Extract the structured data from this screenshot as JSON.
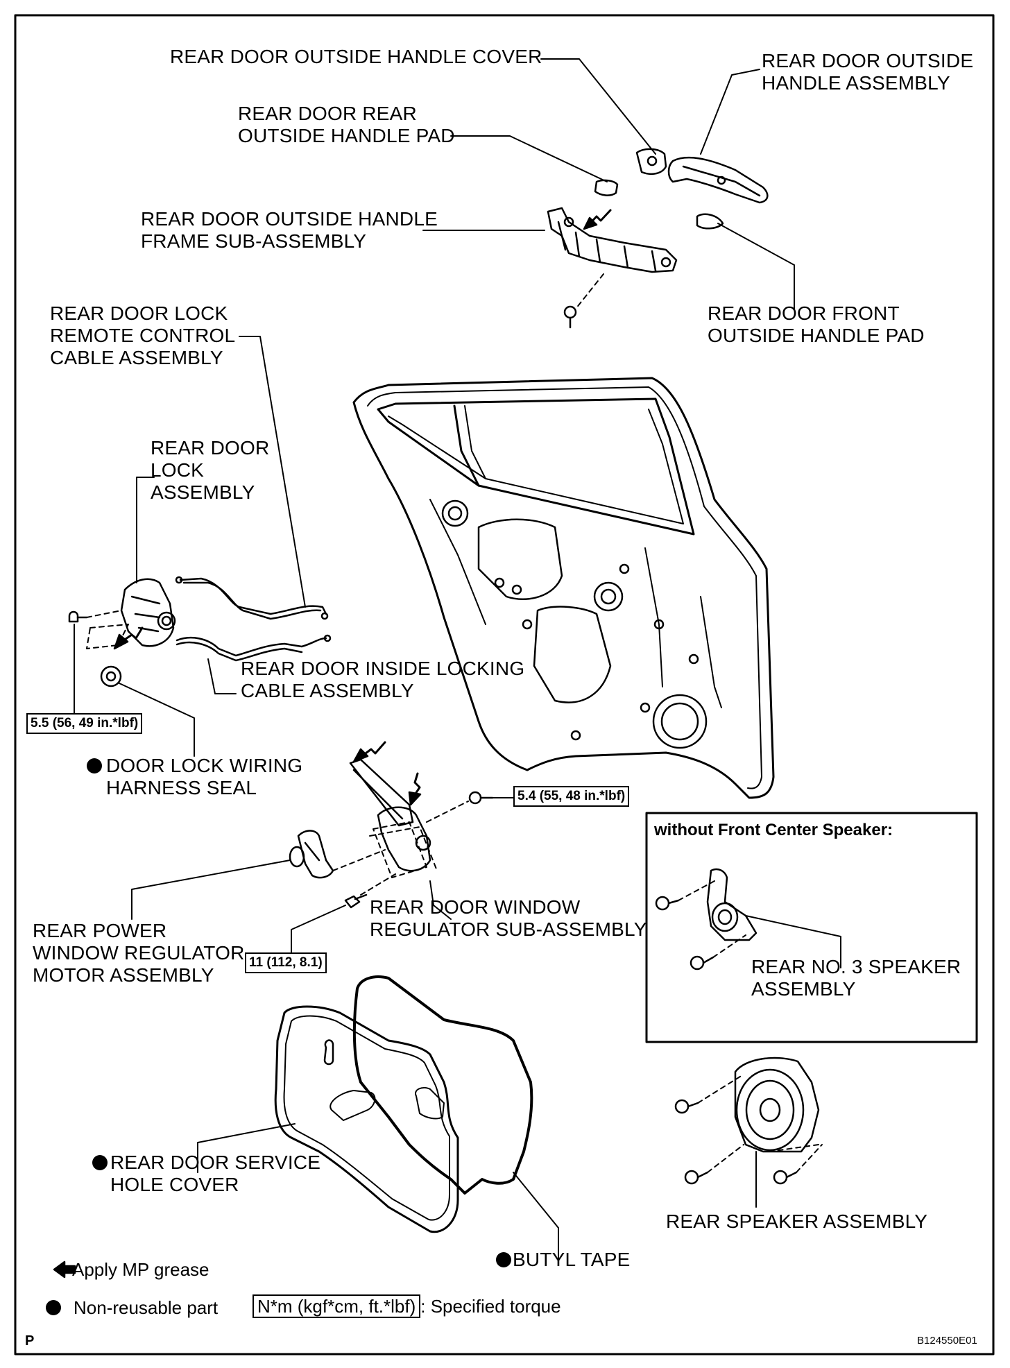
{
  "labels": {
    "handle_cover": "REAR DOOR OUTSIDE HANDLE COVER",
    "handle_assembly": "REAR DOOR OUTSIDE\nHANDLE ASSEMBLY",
    "rear_handle_pad": "REAR DOOR REAR\nOUTSIDE HANDLE PAD",
    "handle_frame": "REAR DOOR OUTSIDE HANDLE\nFRAME SUB-ASSEMBLY",
    "front_handle_pad": "REAR DOOR FRONT\nOUTSIDE HANDLE PAD",
    "remote_cable": "REAR DOOR LOCK\nREMOTE CONTROL\nCABLE ASSEMBLY",
    "door_lock": "REAR DOOR\nLOCK\nASSEMBLY",
    "inside_locking_cable": "REAR DOOR INSIDE LOCKING\nCABLE ASSEMBLY",
    "wiring_seal": "DOOR LOCK WIRING\nHARNESS SEAL",
    "regulator": "REAR DOOR WINDOW\nREGULATOR SUB-ASSEMBLY",
    "motor": "REAR POWER\nWINDOW REGULATOR\nMOTOR ASSEMBLY",
    "no3_speaker": "REAR NO. 3 SPEAKER\nASSEMBLY",
    "service_hole_cover": "REAR DOOR SERVICE\nHOLE COVER",
    "butyl_tape": "BUTYL TAPE",
    "rear_speaker": "REAR SPEAKER ASSEMBLY"
  },
  "torques": {
    "lock": "5.5 (56, 49 in.*lbf)",
    "regulator": "5.4 (55, 48 in.*lbf)",
    "regulator_bolt": "11 (112, 8.1)"
  },
  "inset": {
    "title": "without Front Center Speaker:"
  },
  "legend": {
    "grease": "Apply MP grease",
    "non_reusable": "Non-reusable part",
    "torque_unit": "N*m (kgf*cm, ft.*lbf)",
    "torque_desc": ": Specified torque"
  },
  "corner": {
    "left": "P",
    "right": "B124550E01"
  }
}
